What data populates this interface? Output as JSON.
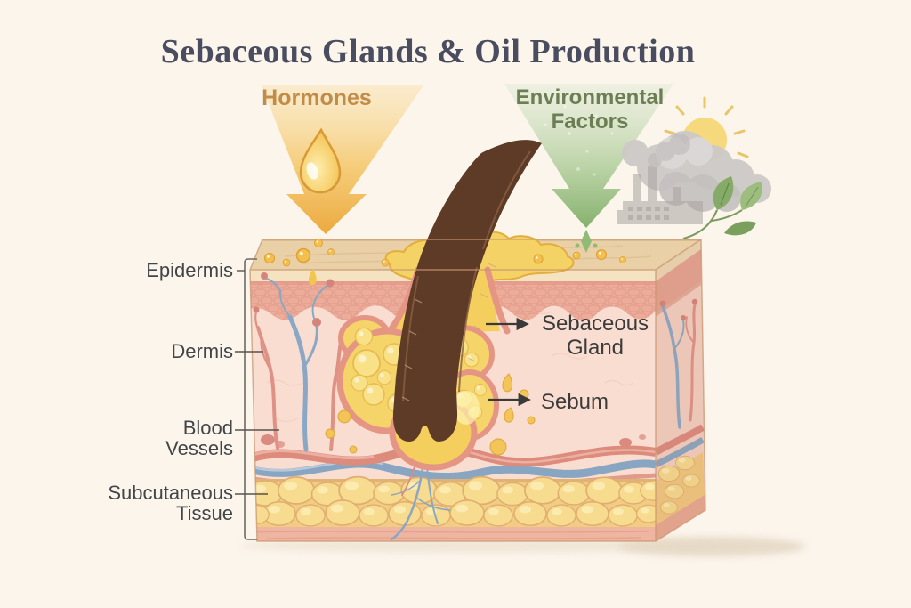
{
  "title": "Sebaceous Glands & Oil Production",
  "influences": {
    "hormones": {
      "label": "Hormones",
      "color": "#c18c49",
      "icon": "oil-droplet-icon",
      "arrow_color": "#eeb04b"
    },
    "environmental": {
      "line1": "Environmental",
      "line2": "Factors",
      "color": "#6d7e55",
      "icons": [
        "sun-icon",
        "cloud-icon",
        "factory-icon",
        "leaves-icon"
      ],
      "arrow_color": "#8cb877"
    }
  },
  "layer_labels": {
    "epidermis": "Epidermis",
    "dermis": "Dermis",
    "blood_vessels_line1": "Blood",
    "blood_vessels_line2": "Vessels",
    "subcutaneous_line1": "Subcutaneous",
    "subcutaneous_line2": "Tissue"
  },
  "feature_labels": {
    "sebaceous_line1": "Sebaceous",
    "sebaceous_line2": "Gland",
    "sebum": "Sebum"
  },
  "colors": {
    "background": "#fcf5ec",
    "title_text": "#4a4d5f",
    "label_text": "#434649",
    "skin_surface": "#ead0a6",
    "epidermis": "#edab9a",
    "dermis": "#f9ddd1",
    "fat": "#f7db8e",
    "base_layer": "#f0b5a0",
    "hair": "#5d3b26",
    "sebum": "#f5d265",
    "vessel_red": "#dc8b7d",
    "vessel_blue": "#88a5c2",
    "gland_rim": "#e59584"
  }
}
